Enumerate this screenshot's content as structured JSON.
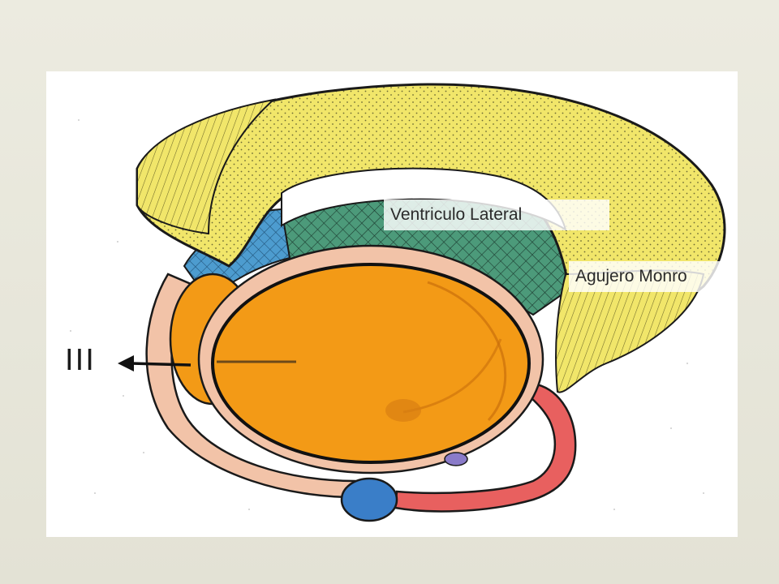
{
  "labels": {
    "ventriculo_lateral": "Ventriculo Lateral",
    "agujero_monro": "Agujero Monro",
    "iii": "III"
  },
  "colors": {
    "background": "#e9e8dc",
    "panel": "#ffffff",
    "corpus_yellow": "#f1e66a",
    "ventricle_green": "#3f8e6f",
    "ventricle_blue": "#3d8fc4",
    "thalamus_orange": "#f39a16",
    "fornix_pink": "#f2c3a8",
    "fornix_red": "#e8605f",
    "blue_node": "#3a7ec8",
    "outline": "#1a1a1a"
  },
  "icons": {
    "arrow": "arrow-left-icon"
  }
}
